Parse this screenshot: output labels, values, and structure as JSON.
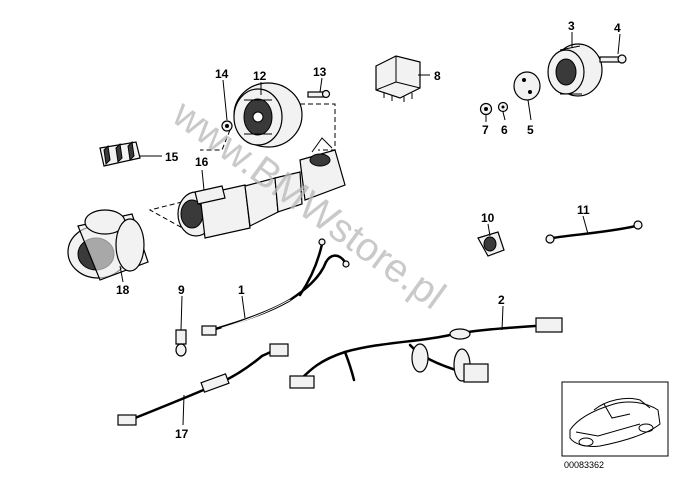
{
  "watermark": "www.BMWstore.pl",
  "diagram_code": "00083362",
  "callouts": {
    "c1": "1",
    "c2": "2",
    "c3": "3",
    "c4": "4",
    "c5": "5",
    "c6": "6",
    "c7": "7",
    "c8": "8",
    "c9": "9",
    "c10": "10",
    "c11": "11",
    "c12": "12",
    "c13": "13",
    "c14": "14",
    "c15": "15",
    "c16": "16",
    "c17": "17",
    "c18": "18"
  }
}
